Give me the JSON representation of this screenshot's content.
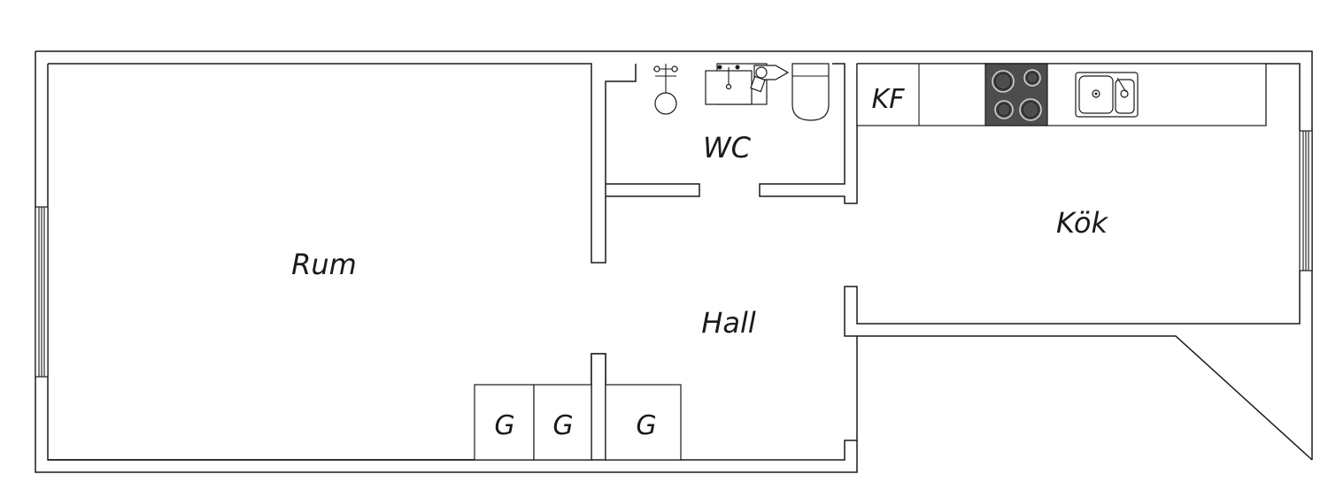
{
  "rooms": {
    "rum": "Rum",
    "hall": "Hall",
    "wc": "WC",
    "kok": "Kök"
  },
  "fixtures": {
    "kf": "KF",
    "wardrobe": "G"
  },
  "colors": {
    "line": "#1a1a1a",
    "stove": "#4d4d4d",
    "background": "#ffffff"
  }
}
